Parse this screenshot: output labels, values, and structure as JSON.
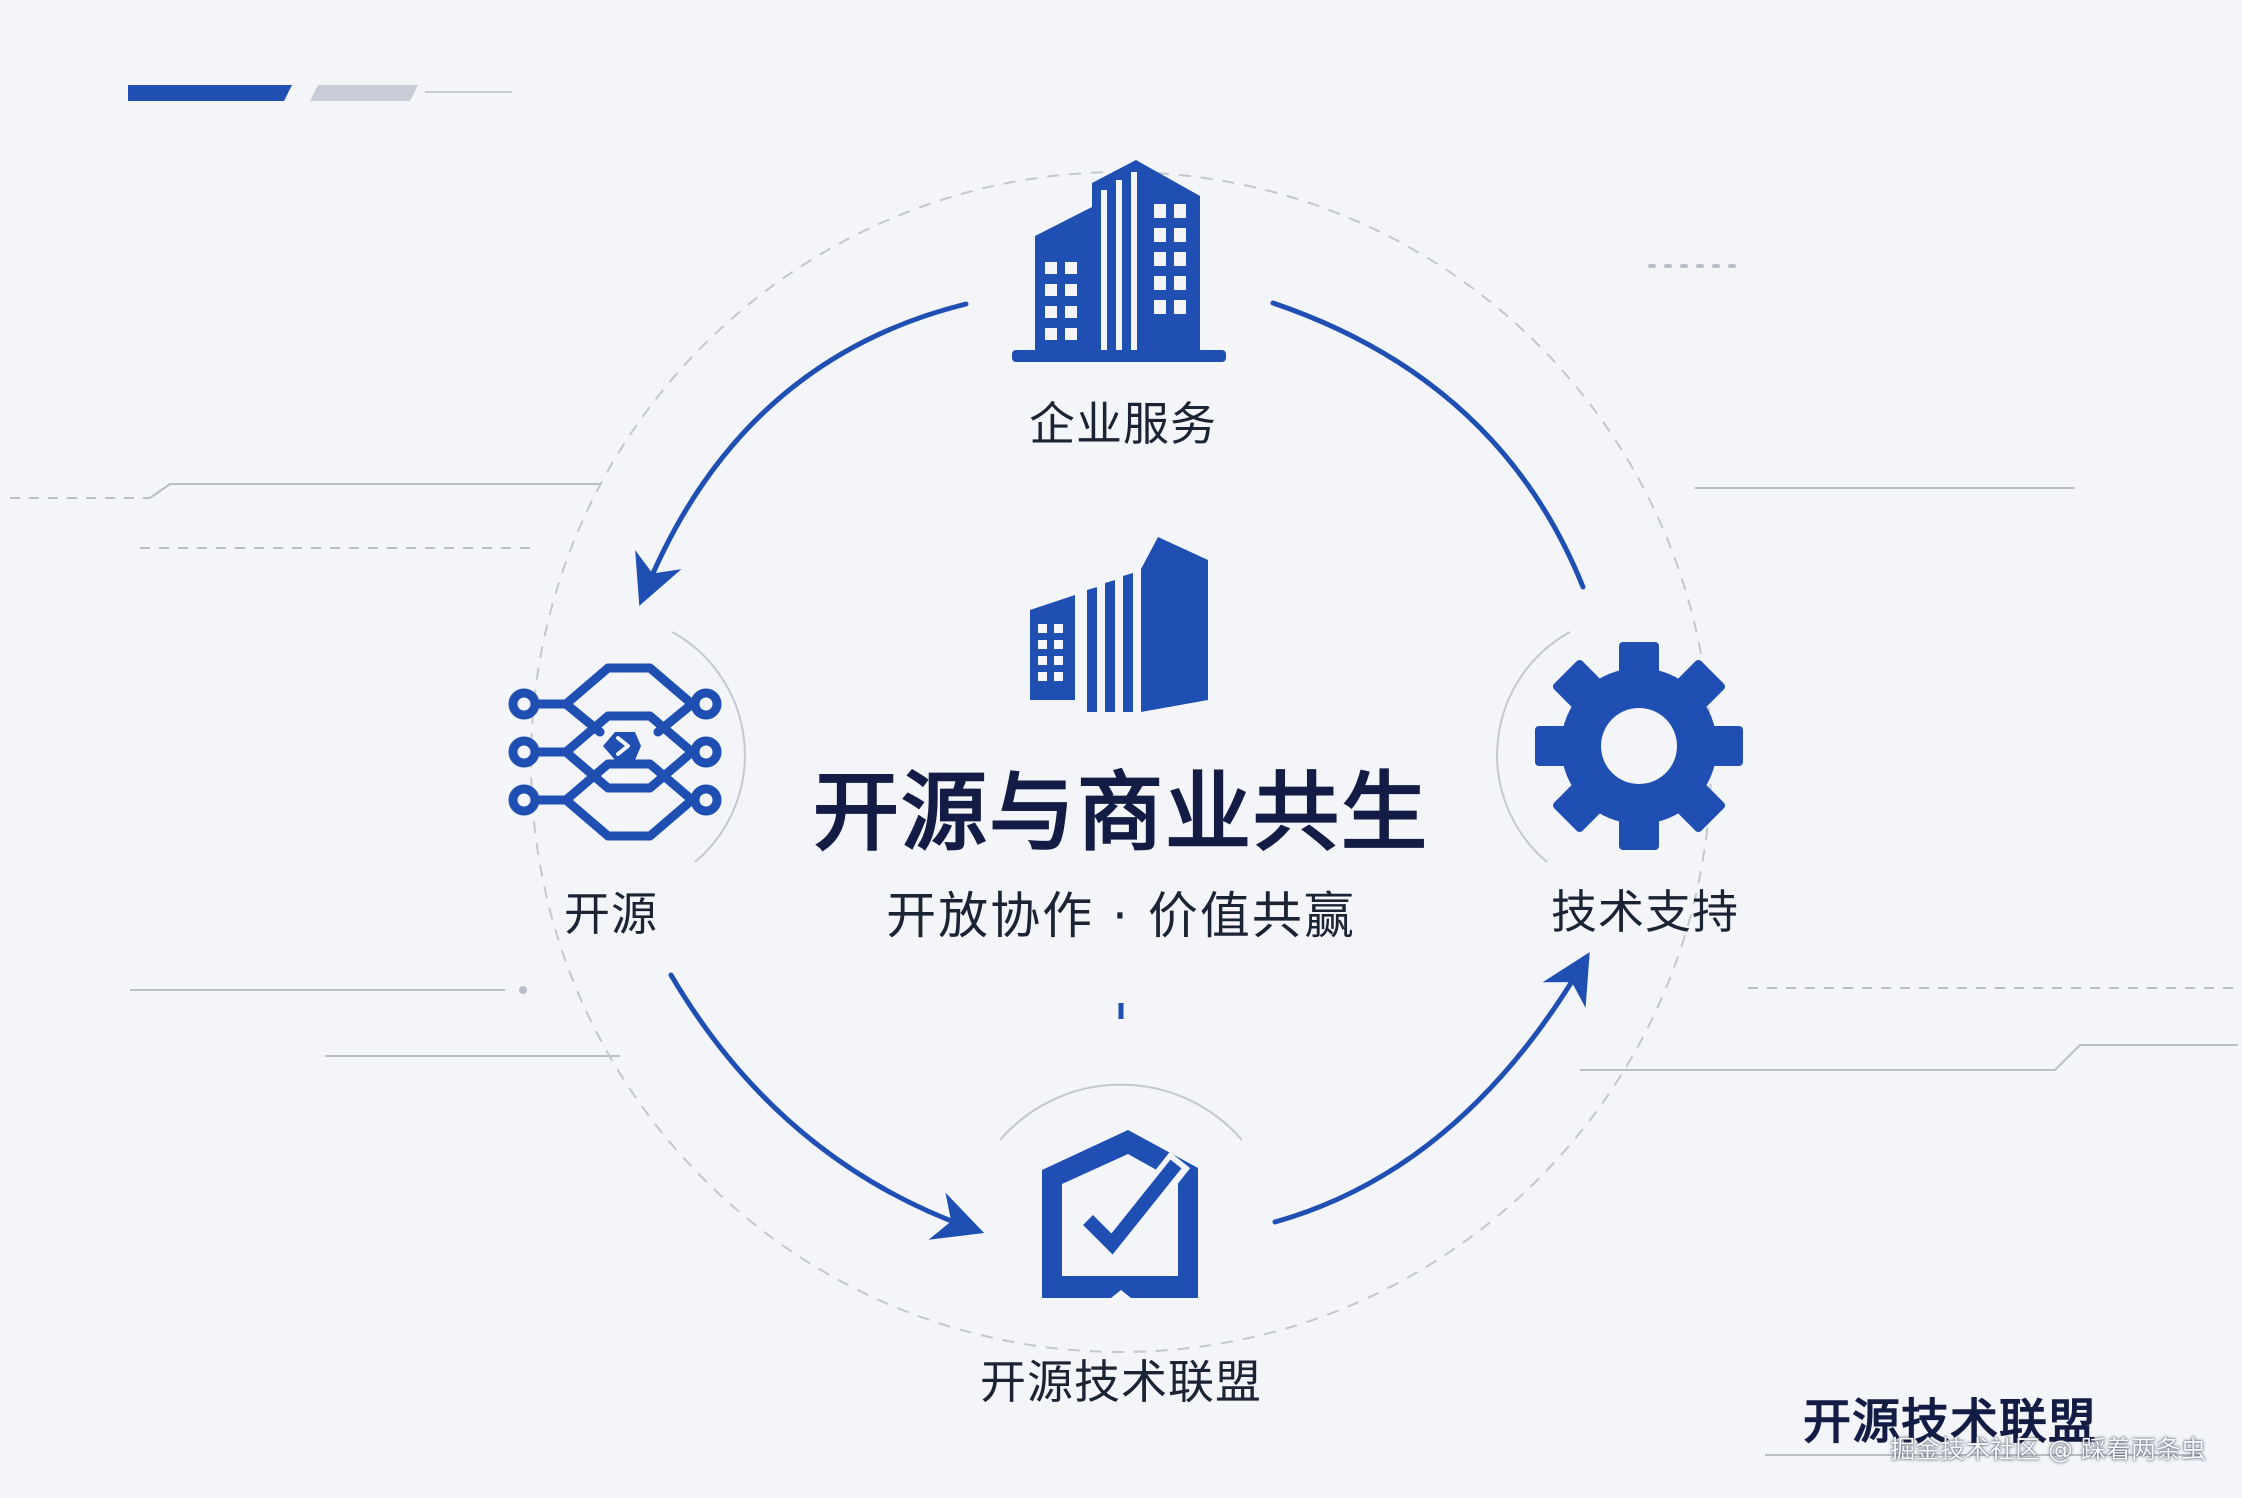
{
  "center": {
    "title": "开源与商业共生",
    "subtitle": "开放协作 · 价值共赢"
  },
  "nodes": {
    "enterprise": "企业服务",
    "opensource": "开源",
    "support": "技术支持",
    "alliance": "开源技术联盟"
  },
  "brand": "开源技术联盟",
  "watermark": "掘金技术社区 @ 踩着两条虫",
  "icons": {
    "enterprise": "office-building-icon",
    "center": "skyscraper-icon",
    "opensource": "circuit-code-icon",
    "support": "gear-icon",
    "alliance": "shield-check-icon"
  },
  "colors": {
    "accent": "#1f4fb3",
    "text": "#1b2434",
    "title": "#131c44",
    "background": "#f3f5f9",
    "guide": "#b9bfc9"
  }
}
